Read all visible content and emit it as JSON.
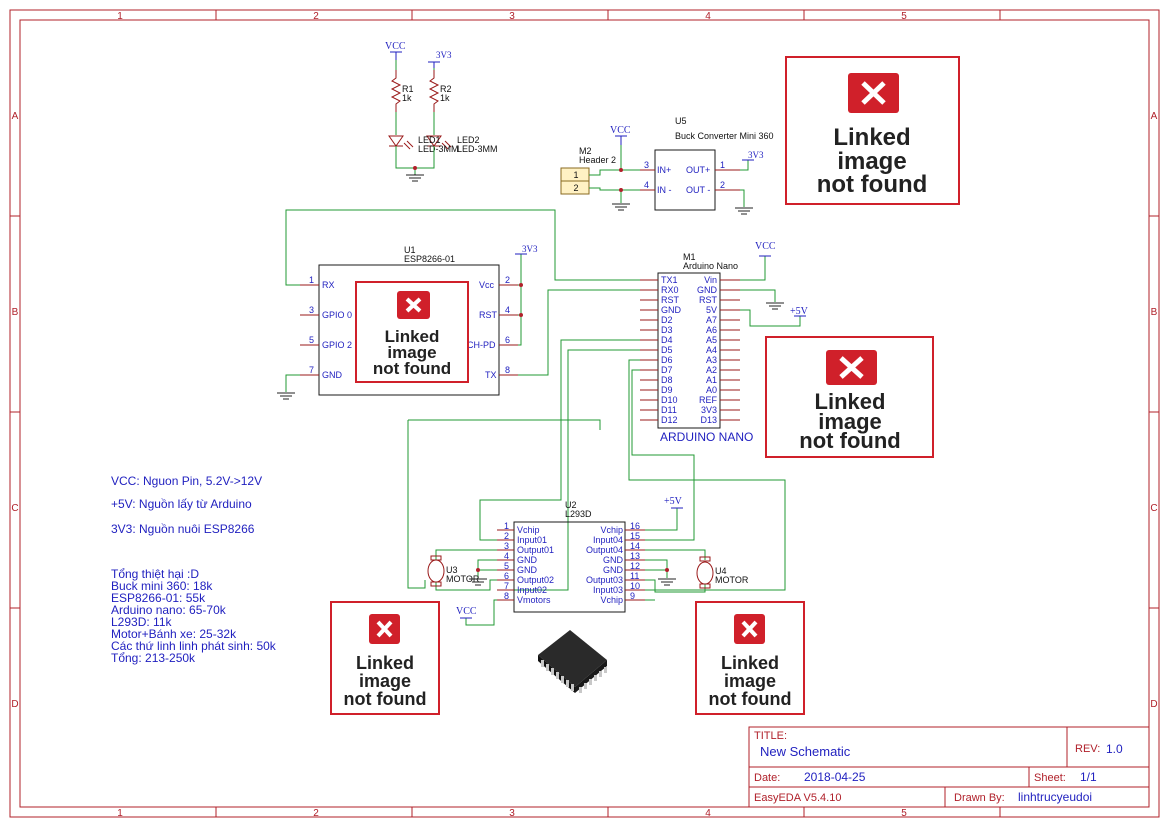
{
  "frame": {
    "columns": [
      "1",
      "2",
      "3",
      "4",
      "5"
    ],
    "rows": [
      "A",
      "B",
      "C",
      "D"
    ]
  },
  "power": {
    "vcc": "VCC",
    "v33": "3V3",
    "v5": "+5V"
  },
  "resistors": [
    {
      "ref": "R1",
      "value": "1k"
    },
    {
      "ref": "R2",
      "value": "1k"
    }
  ],
  "leds": [
    {
      "ref": "LED1",
      "value": "LED-3MM"
    },
    {
      "ref": "LED2",
      "value": "LED-3MM"
    }
  ],
  "header": {
    "ref": "M2",
    "value": "Header 2",
    "pins": [
      "1",
      "2"
    ]
  },
  "buck": {
    "ref": "U5",
    "name": "Buck Converter Mini 360",
    "pins": [
      {
        "num": "3",
        "label": "IN+"
      },
      {
        "num": "4",
        "label": "IN -"
      },
      {
        "num": "1",
        "label": "OUT+"
      },
      {
        "num": "2",
        "label": "OUT -"
      }
    ]
  },
  "esp": {
    "ref": "U1",
    "name": "ESP8266-01",
    "left_pins": [
      {
        "num": "1",
        "label": "RX"
      },
      {
        "num": "3",
        "label": "GPIO 0"
      },
      {
        "num": "5",
        "label": "GPIO 2"
      },
      {
        "num": "7",
        "label": "GND"
      }
    ],
    "right_pins": [
      {
        "num": "2",
        "label": "Vcc"
      },
      {
        "num": "4",
        "label": "RST"
      },
      {
        "num": "6",
        "label": "CH-PD"
      },
      {
        "num": "8",
        "label": "TX"
      }
    ]
  },
  "nano": {
    "ref": "M1",
    "name": "Arduino Nano",
    "footer": "ARDUINO NANO",
    "left_pins": [
      "TX1",
      "RX0",
      "RST",
      "GND",
      "D2",
      "D3",
      "D4",
      "D5",
      "D6",
      "D7",
      "D8",
      "D9",
      "D10",
      "D11",
      "D12"
    ],
    "right_pins": [
      "Vin",
      "GND",
      "RST",
      "5V",
      "A7",
      "A6",
      "A5",
      "A4",
      "A3",
      "A2",
      "A1",
      "A0",
      "REF",
      "3V3",
      "D13"
    ]
  },
  "driver": {
    "ref": "U2",
    "name": "L293D",
    "left_pins": [
      {
        "num": "1",
        "label": "Vchip"
      },
      {
        "num": "2",
        "label": "Input01"
      },
      {
        "num": "3",
        "label": "Output01"
      },
      {
        "num": "4",
        "label": "GND"
      },
      {
        "num": "5",
        "label": "GND"
      },
      {
        "num": "6",
        "label": "Output02"
      },
      {
        "num": "7",
        "label": "Input02"
      },
      {
        "num": "8",
        "label": "Vmotors"
      }
    ],
    "right_pins": [
      {
        "num": "16",
        "label": "Vchip"
      },
      {
        "num": "15",
        "label": "Input04"
      },
      {
        "num": "14",
        "label": "Output04"
      },
      {
        "num": "13",
        "label": "GND"
      },
      {
        "num": "12",
        "label": "GND"
      },
      {
        "num": "11",
        "label": "Output03"
      },
      {
        "num": "10",
        "label": "Input03"
      },
      {
        "num": "9",
        "label": "Vchip"
      }
    ]
  },
  "motors": [
    {
      "ref": "U3",
      "value": "MOTOR"
    },
    {
      "ref": "U4",
      "value": "MOTOR"
    }
  ],
  "missing_image": {
    "line1": "Linked",
    "line2": "image",
    "line3": "not found"
  },
  "notes": {
    "vcc_note": "VCC: Nguon Pin, 5.2V->12V",
    "v5_note": "+5V: Nguồn lấy từ Arduino",
    "v33_note": "3V3: Nguồn nuôi ESP8266"
  },
  "costs": [
    "Tổng thiệt hại :D",
    "Buck mini 360: 18k",
    "ESP8266-01: 55k",
    "Arduino nano: 65-70k",
    "L293D: 11k",
    "Motor+Bánh xe: 25-32k",
    "Các thứ linh linh phát sinh: 50k",
    "Tổng: 213-250k"
  ],
  "title_block": {
    "title_label": "TITLE:",
    "title": "New Schematic",
    "rev_label": "REV:",
    "rev": "1.0",
    "date_label": "Date:",
    "date": "2018-04-25",
    "sheet_label": "Sheet:",
    "sheet": "1/1",
    "software": "EasyEDA V5.4.10",
    "drawn_label": "Drawn By:",
    "drawn_by": "linhtrucyeudoi"
  }
}
